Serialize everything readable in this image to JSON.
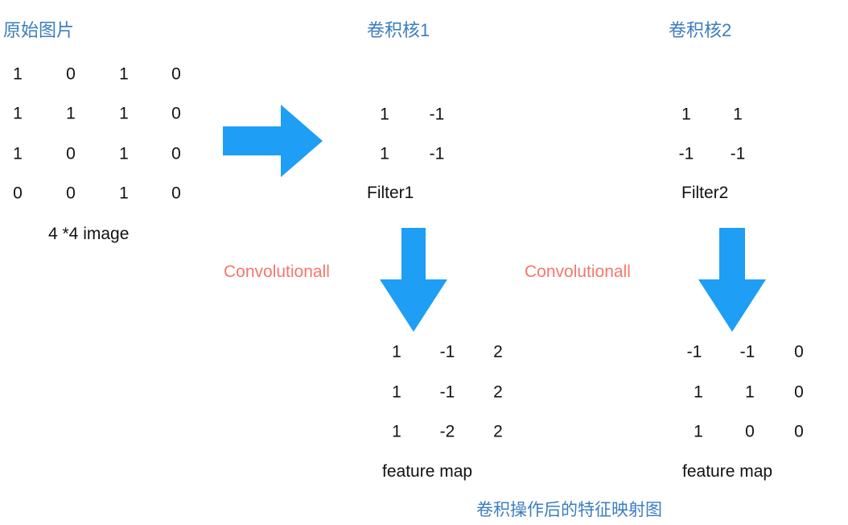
{
  "colors": {
    "arrow_blue": "#1e9ef5",
    "heading_blue": "#3c7dbe",
    "conv_red": "#f5776b",
    "text_black": "#111111",
    "background": "#ffffff"
  },
  "headings": {
    "original_image": "原始图片",
    "kernel_1": "卷积核1",
    "kernel_2": "卷积核2"
  },
  "caption": "卷积操作后的特征映射图",
  "labels": {
    "image_size": "4 *4 image",
    "filter_1": "Filter1",
    "filter_2": "Filter2",
    "convolution_left": "Convolutionall",
    "convolution_right": "Convolutionall",
    "feature_map_left": "feature map",
    "feature_map_right": "feature map"
  },
  "icons": {
    "right_arrow": "right-arrow-icon",
    "down_arrow_left": "down-arrow-icon",
    "down_arrow_right": "down-arrow-icon"
  },
  "chart_data": {
    "type": "diagram",
    "title": "卷积操作后的特征映射图",
    "matrices": {
      "input_image": {
        "label": "4 *4 image",
        "heading": "原始图片",
        "rows": 4,
        "cols": 4,
        "values": [
          [
            "1",
            "0",
            "1",
            "0"
          ],
          [
            "1",
            "1",
            "1",
            "0"
          ],
          [
            "1",
            "0",
            "1",
            "0"
          ],
          [
            "0",
            "0",
            "1",
            "0"
          ]
        ]
      },
      "filter_1": {
        "label": "Filter1",
        "heading": "卷积核1",
        "rows": 2,
        "cols": 2,
        "values": [
          [
            "1",
            "-1"
          ],
          [
            "1",
            "-1"
          ]
        ]
      },
      "filter_2": {
        "label": "Filter2",
        "heading": "卷积核2",
        "rows": 2,
        "cols": 2,
        "values": [
          [
            "1",
            "1"
          ],
          [
            "-1",
            "-1"
          ]
        ]
      },
      "feature_map_1": {
        "label": "feature map",
        "rows": 3,
        "cols": 3,
        "values": [
          [
            "1",
            "-1",
            "2"
          ],
          [
            "1",
            "-1",
            "2"
          ],
          [
            "1",
            "-2",
            "2"
          ]
        ]
      },
      "feature_map_2": {
        "label": "feature map",
        "rows": 3,
        "cols": 3,
        "values": [
          [
            "-1",
            "-1",
            "0"
          ],
          [
            "1",
            "1",
            "0"
          ],
          [
            "1",
            "0",
            "0"
          ]
        ]
      }
    }
  }
}
